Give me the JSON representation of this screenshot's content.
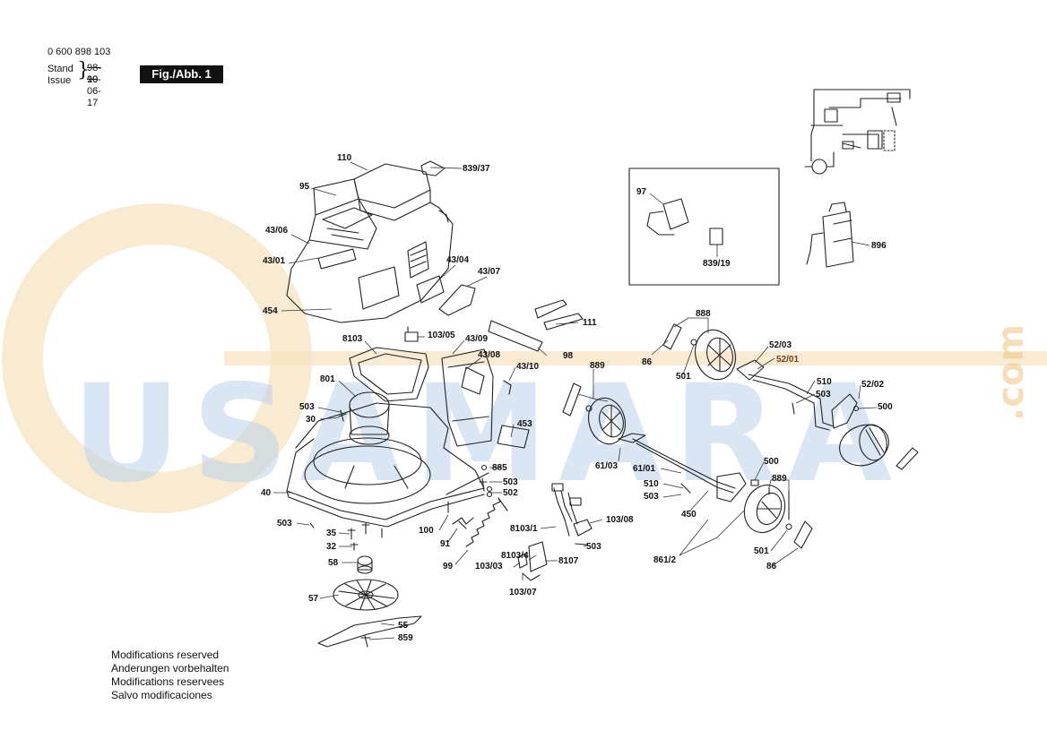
{
  "header": {
    "part_number": "0 600 898 103",
    "stand_label": "Stand",
    "issue_label": "Issue",
    "stand_date": "98-10",
    "issue_date": "99-06-17",
    "figure_label": "Fig./Abb. 1"
  },
  "notes": [
    "Modifications reserved",
    "Anderungen vorbehalten",
    "Modifications reservees",
    "Salvo modificaciones"
  ],
  "watermark": {
    "text": "USAMARA",
    "suffix": ".com",
    "color_text": "#8fb3d9",
    "color_ring": "#f3d7a3"
  },
  "callouts": {
    "c110": "110",
    "c839_37": "839/37",
    "c95": "95",
    "c43_06": "43/06",
    "c43_01": "43/01",
    "c43_04": "43/04",
    "c43_07": "43/07",
    "c454": "454",
    "c103_05": "103/05",
    "c8103": "8103",
    "c43_09": "43/09",
    "c43_08": "43/08",
    "c43_10": "43/10",
    "c98": "98",
    "c111": "111",
    "c801": "801",
    "c503a": "503",
    "c30": "30",
    "c453": "453",
    "c885": "885",
    "c503b": "503",
    "c502": "502",
    "c40": "40",
    "c503c": "503",
    "c35": "35",
    "c32": "32",
    "c58": "58",
    "c57": "57",
    "c55": "55",
    "c859": "859",
    "c100": "100",
    "c91": "91",
    "c99": "99",
    "c8103_1": "8103/1",
    "c8103_4": "8103/4",
    "c103_03": "103/03",
    "c103_07": "103/07",
    "c8107": "8107",
    "c503d": "503",
    "c103_08": "103/08",
    "c97": "97",
    "c839_19": "839/19",
    "c896": "896",
    "c888": "888",
    "c86a": "86",
    "c501a": "501",
    "c889a": "889",
    "c52_03": "52/03",
    "c52_01": "52/01",
    "c510a": "510",
    "c503e": "503",
    "c52_02": "52/02",
    "c500a": "500",
    "c61_03": "61/03",
    "c61_01": "61/01",
    "c510b": "510",
    "c503f": "503",
    "c450": "450",
    "c500b": "500",
    "c889b": "889",
    "c501b": "501",
    "c86b": "86",
    "c861_2": "861/2"
  }
}
